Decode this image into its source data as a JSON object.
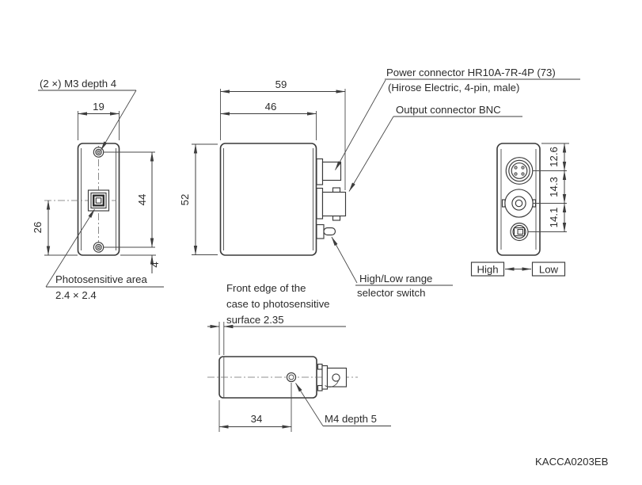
{
  "colors": {
    "line": "#3a3a3a",
    "text": "#2b2b2b",
    "background": "#ffffff"
  },
  "drawing_code": "KACCA0203EB",
  "front_view": {
    "screw_note": "(2 ×) M3 depth 4",
    "dim_width": "19",
    "dim_hole_span": "44",
    "dim_hole_offset": "4",
    "dim_sensor_from_bottom": "26",
    "sensor_note_1": "Photosensitive area",
    "sensor_note_2": "2.4 × 2.4"
  },
  "side_view": {
    "dim_overall_depth": "59",
    "dim_case_depth": "46",
    "dim_height": "52",
    "power_note_1": "Power connector HR10A-7R-4P (73)",
    "power_note_2": "(Hirose Electric, 4-pin, male)",
    "bnc_note": "Output connector BNC",
    "switch_note_1": "High/Low range",
    "switch_note_2": "selector switch"
  },
  "rear_view": {
    "dim_top": "12.6",
    "dim_middle": "14.3",
    "dim_bottom": "14.1",
    "switch_high": "High",
    "switch_low": "Low"
  },
  "bottom_view": {
    "note_1": "Front edge of the",
    "note_2": "case to photosensitive",
    "note_3": "surface 2.35",
    "dim_hole_position": "34",
    "hole_note": "M4 depth 5"
  }
}
